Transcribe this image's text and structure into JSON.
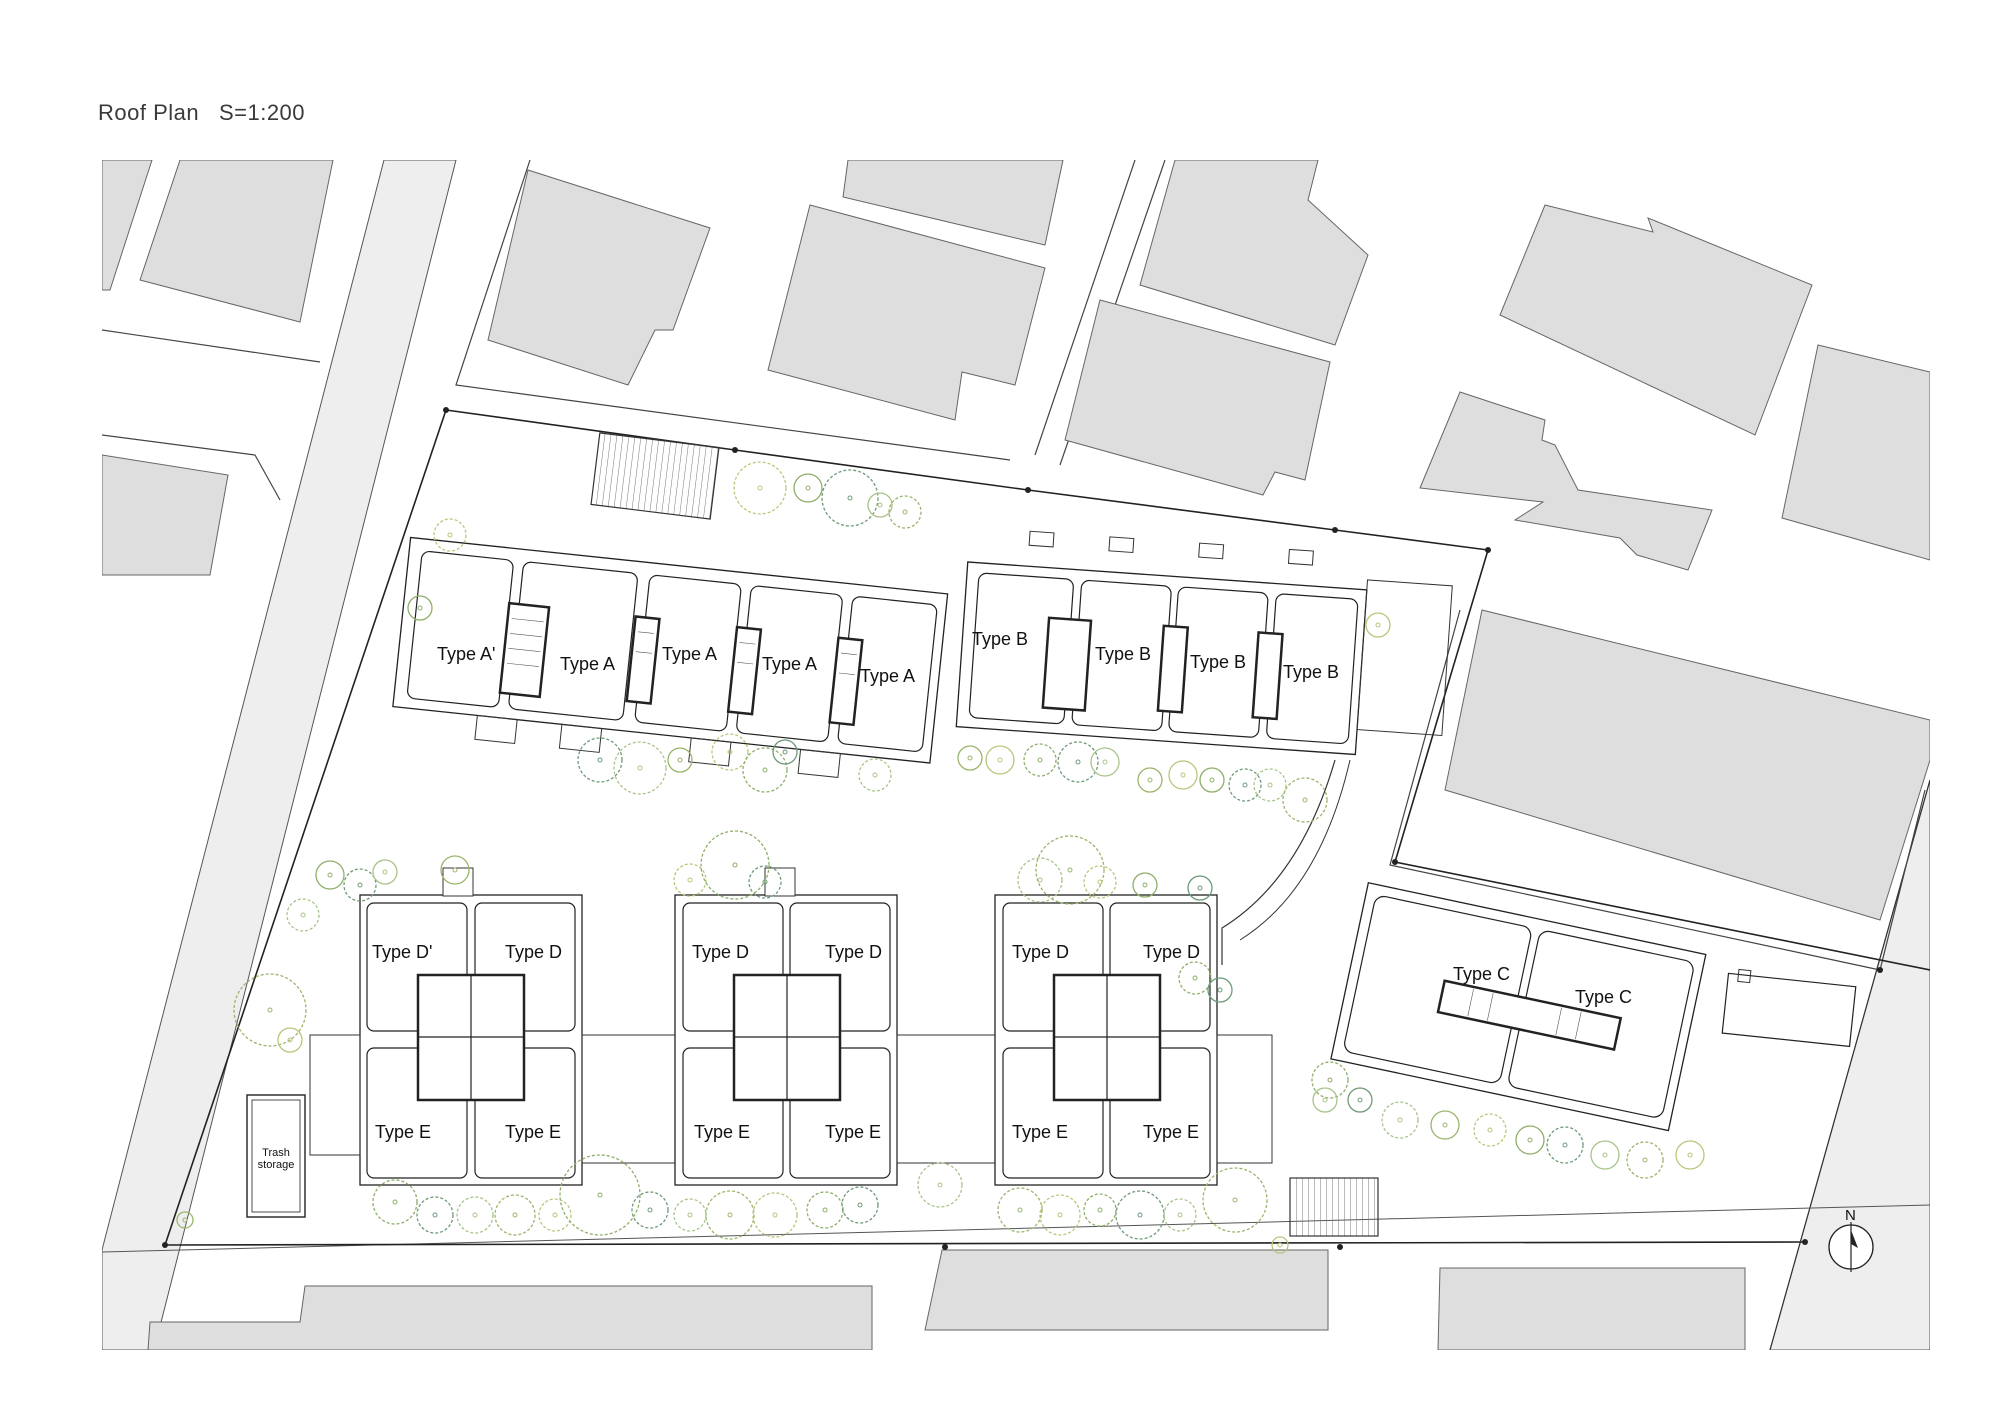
{
  "title": "Roof Plan   S=1:200",
  "labels": {
    "a_prime": "Type A'",
    "a": "Type A",
    "b": "Type B",
    "c": "Type C",
    "d_prime": "Type D'",
    "d": "Type D",
    "e": "Type E",
    "trash_line1": "Trash",
    "trash_line2": "storage",
    "north": "N"
  },
  "colors": {
    "building_fill": "#dedede",
    "road_fill": "#eeeeee",
    "line": "#333333",
    "tree_palette": [
      "#b8c77a",
      "#8fae6a",
      "#6f9a7a",
      "#a9c48a",
      "#9bb56b"
    ]
  }
}
